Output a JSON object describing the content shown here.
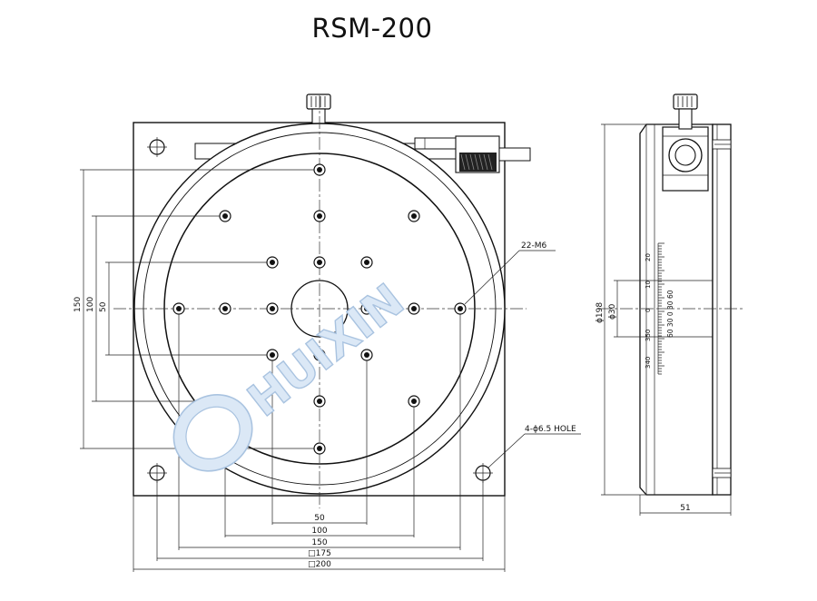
{
  "title": "RSM-200",
  "front_view": {
    "left_dims": [
      "150",
      "100",
      "50"
    ],
    "bottom_dims": [
      "50",
      "100",
      "150",
      "□175",
      "□200"
    ],
    "callout_thread": "22-M6",
    "callout_hole": "4-ϕ6.5 HOLE"
  },
  "side_view": {
    "dia_outer": "ϕ198",
    "dia_inner": "ϕ30",
    "height_dim": "51",
    "scale_numbers": [
      "20",
      "10",
      "0",
      "350",
      "340"
    ],
    "vernier": "60 30 0 30 60"
  },
  "watermark": "HUIXIN",
  "icons": [
    "micrometer-knob-icon",
    "clamp-screw-icon"
  ],
  "colors": {
    "line": "#111111",
    "watermark_fill": "#dbe8f6",
    "watermark_stroke": "#a9c3e0"
  }
}
